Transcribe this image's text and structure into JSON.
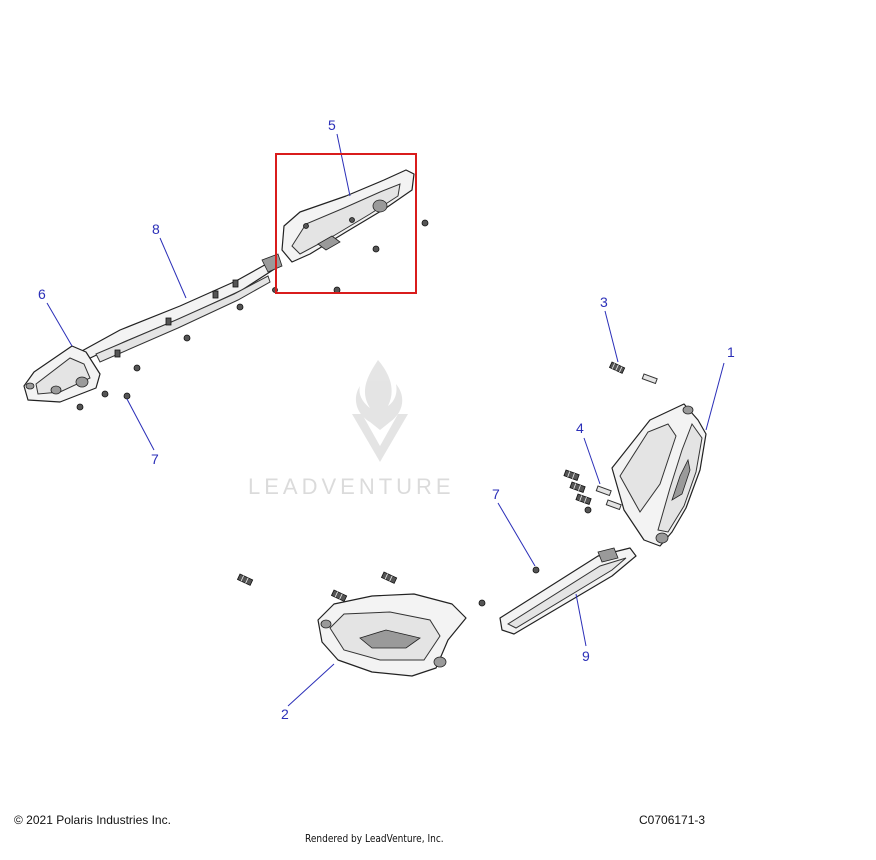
{
  "watermark": {
    "brand": "LEADVENTURE"
  },
  "callouts": {
    "c1": "1",
    "c2": "2",
    "c3": "3",
    "c4": "4",
    "c5": "5",
    "c6": "6",
    "c7a": "7",
    "c7b": "7",
    "c8": "8",
    "c9": "9"
  },
  "footer": {
    "copyright": "© 2021 Polaris Industries Inc.",
    "drawing_id": "C0706171-3",
    "rendered_by": "Rendered by LeadVenture, Inc."
  },
  "colors": {
    "callout": "#2b2fb8",
    "highlight": "#d91c1c"
  },
  "highlighted_part": "5"
}
